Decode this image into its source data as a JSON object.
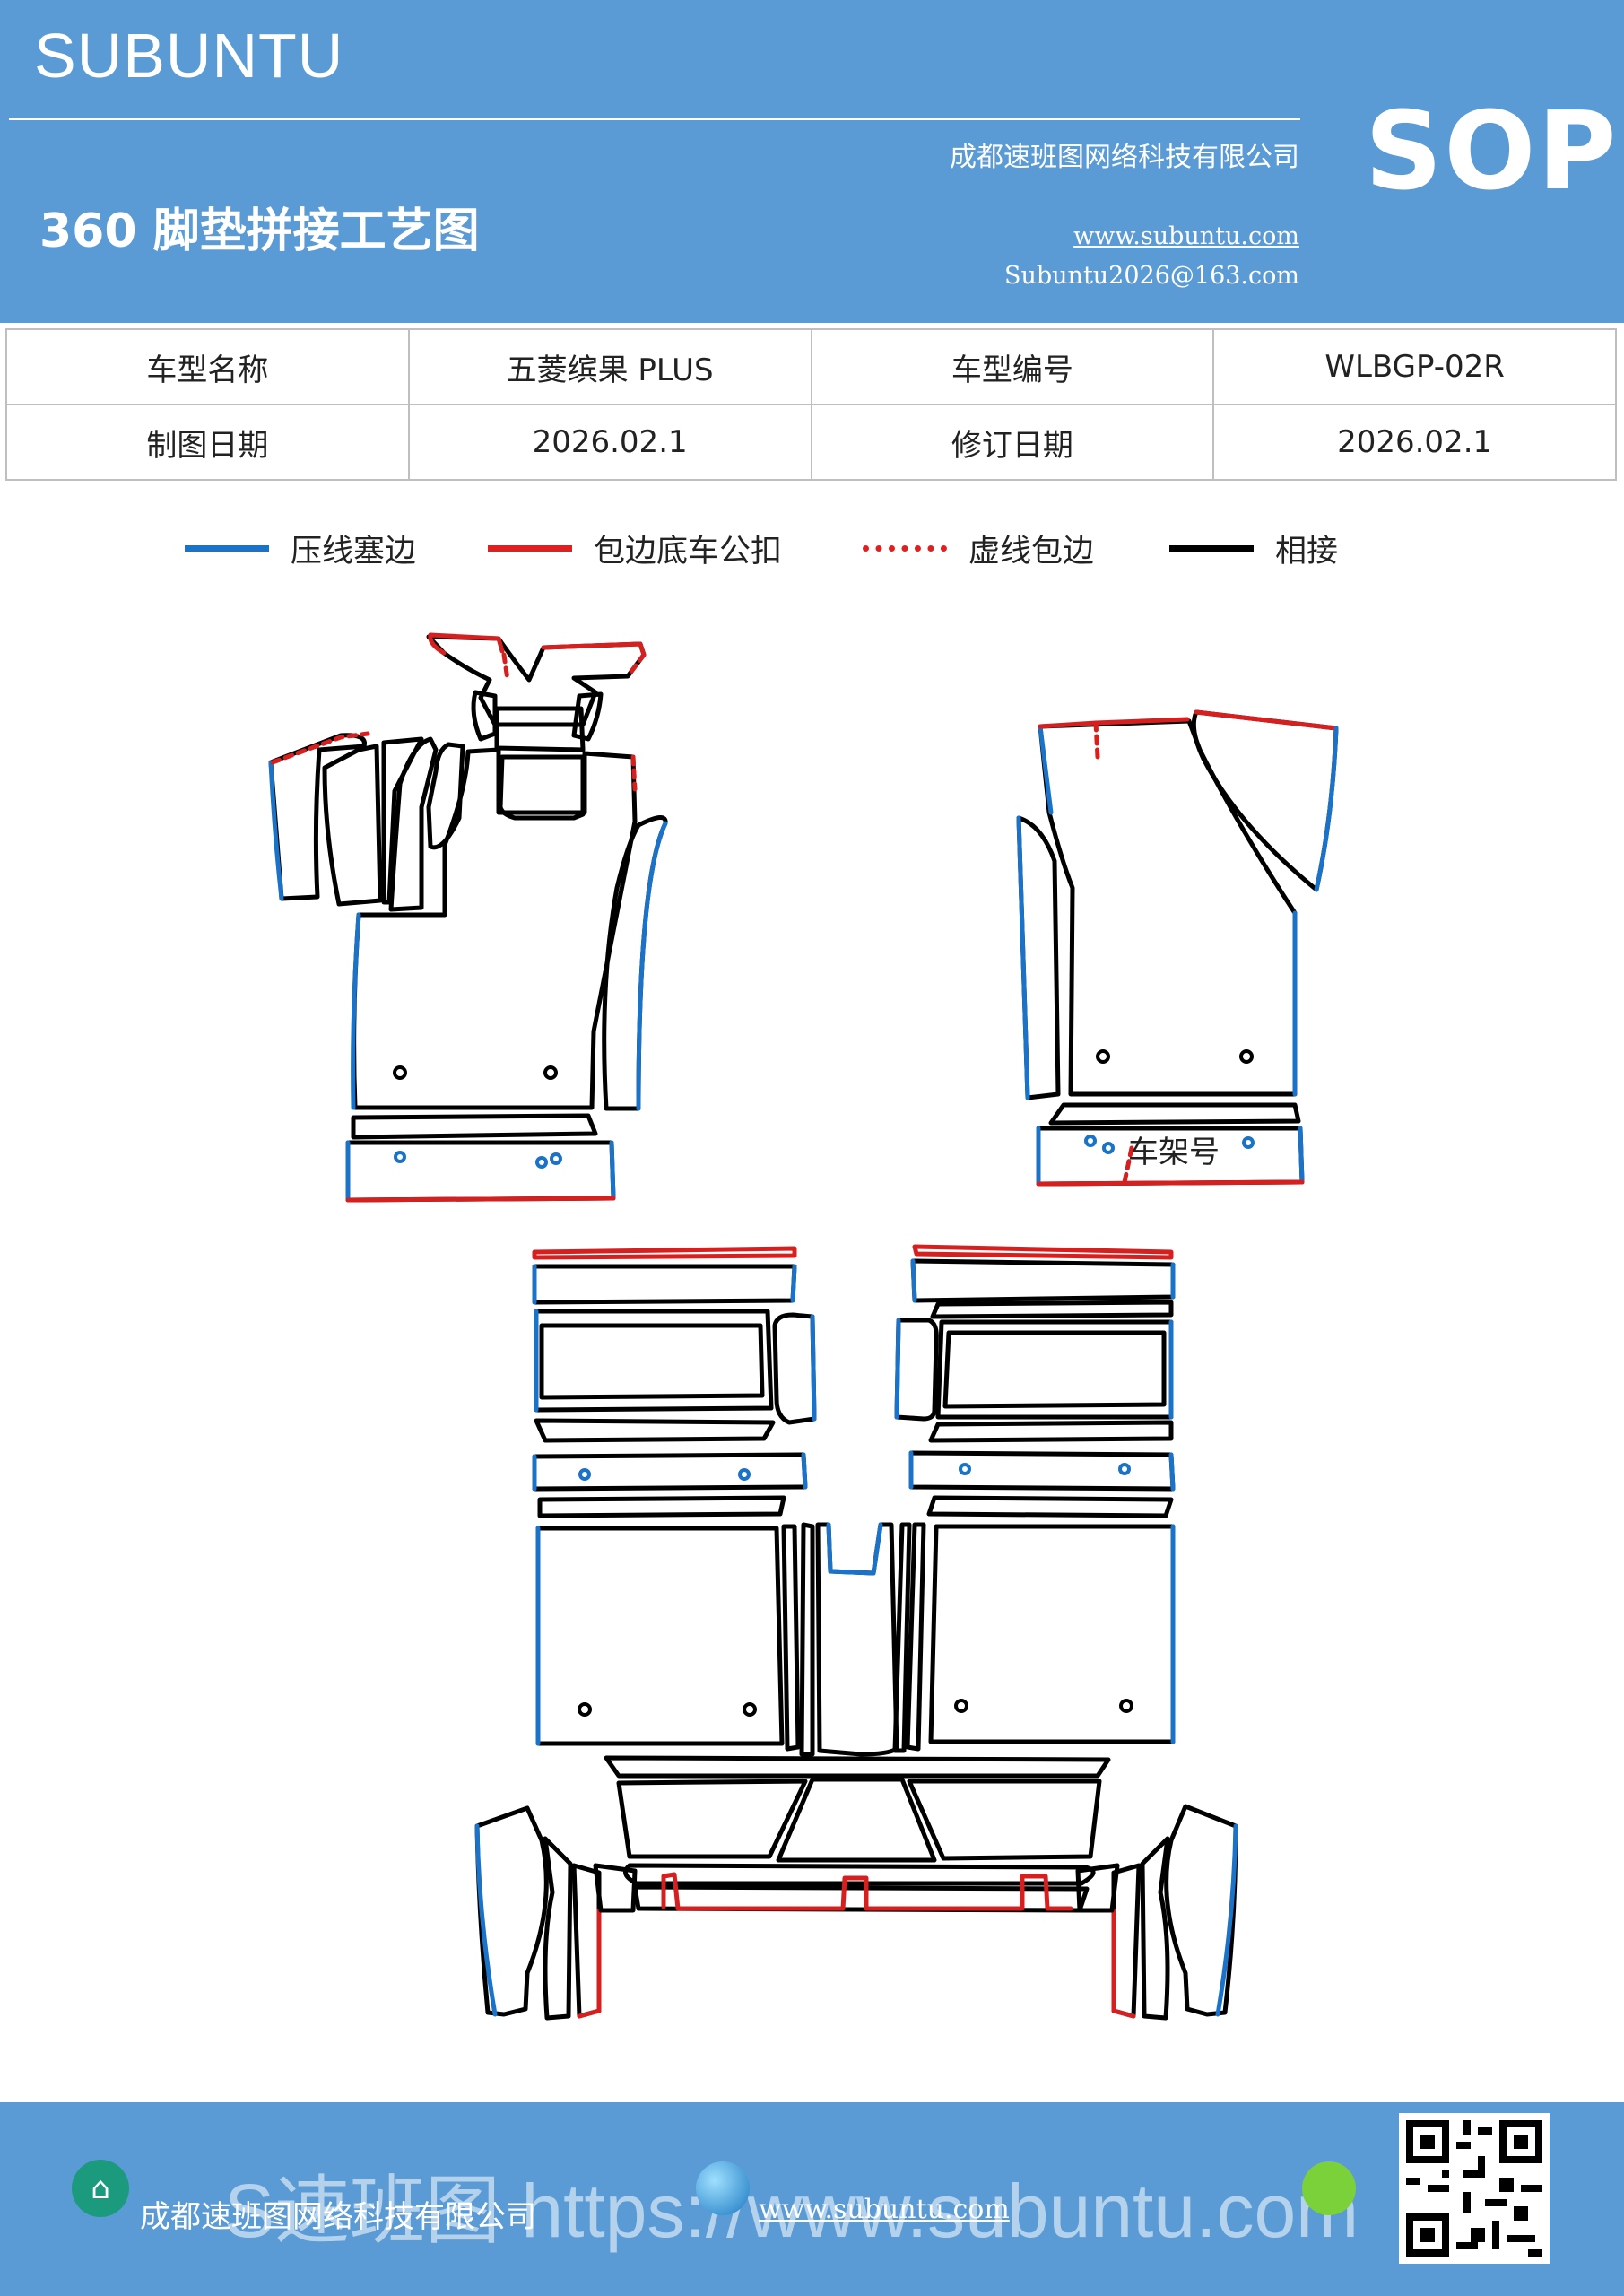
{
  "header": {
    "brand": "SUBUNTU",
    "company": "成都速班图网络科技有限公司",
    "title": "360 脚垫拼接工艺图",
    "website": "www.subuntu.com",
    "email": "Subuntu2026@163.com",
    "badge": "SOP"
  },
  "info_table": {
    "rows": [
      [
        "车型名称",
        "五菱缤果 PLUS",
        "车型编号",
        "WLBGP-02R"
      ],
      [
        "制图日期",
        "2026.02.1",
        "修订日期",
        "2026.02.1"
      ]
    ]
  },
  "legend": [
    {
      "label": "压线塞边",
      "color": "#1a73c8",
      "style": "solid"
    },
    {
      "label": "包边底车公扣",
      "color": "#e02020",
      "style": "solid"
    },
    {
      "label": "虚线包边",
      "color": "#e02020",
      "style": "dotted"
    },
    {
      "label": "相接",
      "color": "#000000",
      "style": "solid"
    }
  ],
  "diagram": {
    "frame_label": "车架号"
  },
  "footer": {
    "watermark": "S速班图 https://www.subuntu.com",
    "company": "成都速班图网络科技有限公司",
    "website": "www.subuntu.com"
  },
  "colors": {
    "header_bg": "#5b9bd5",
    "blue_edge": "#1a73c8",
    "red_edge": "#e02020",
    "black_edge": "#000000"
  },
  "icons": [
    "house-icon",
    "globe-icon",
    "wechat-icon",
    "qr-code"
  ]
}
